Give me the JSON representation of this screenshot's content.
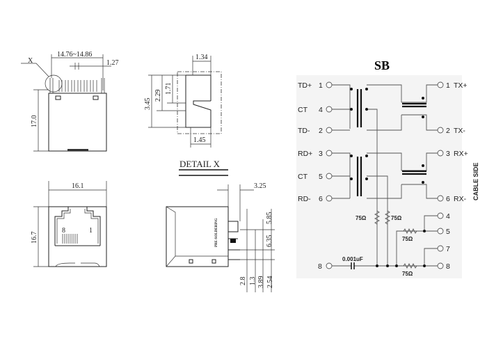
{
  "front_view": {
    "width_dim": "14.76~14.86",
    "pitch_dim": "1.27",
    "detail_marker": "X",
    "height_dim": "17.0"
  },
  "detail_view": {
    "title": "DETAIL  X",
    "dim_top": "1.34",
    "dim_a": "3.45",
    "dim_b": "2.29",
    "dim_c": "1.71",
    "dim_bottom": "1.45"
  },
  "jack_view": {
    "width_dim": "16.1",
    "height_dim": "16.7",
    "pin_left": "8",
    "pin_right": "1"
  },
  "side_view": {
    "dim_top": "3.25",
    "dim_r1": "5.85",
    "dim_r2": "6.35",
    "note": "PRE-SOLDERING",
    "dims_bottom": [
      "2.8",
      "1.3",
      "3.89",
      "2.54"
    ]
  },
  "schematic": {
    "title": "SB",
    "left_pins": [
      {
        "label": "TD+",
        "num": "1"
      },
      {
        "label": "CT",
        "num": "4"
      },
      {
        "label": "TD-",
        "num": "2"
      },
      {
        "label": "RD+",
        "num": "3"
      },
      {
        "label": "CT",
        "num": "5"
      },
      {
        "label": "RD-",
        "num": "6"
      }
    ],
    "right_pins": [
      {
        "num": "1",
        "label": "TX+"
      },
      {
        "num": "2",
        "label": "TX-"
      },
      {
        "num": "3",
        "label": "RX+"
      },
      {
        "num": "6",
        "label": "RX-"
      }
    ],
    "bottom_pins": [
      "4",
      "5",
      "7",
      "8"
    ],
    "left_bottom_pin": "8",
    "resistor_label": "75Ω",
    "capacitor_label": "0.001uF",
    "side_label": "CABLE SIDE"
  }
}
